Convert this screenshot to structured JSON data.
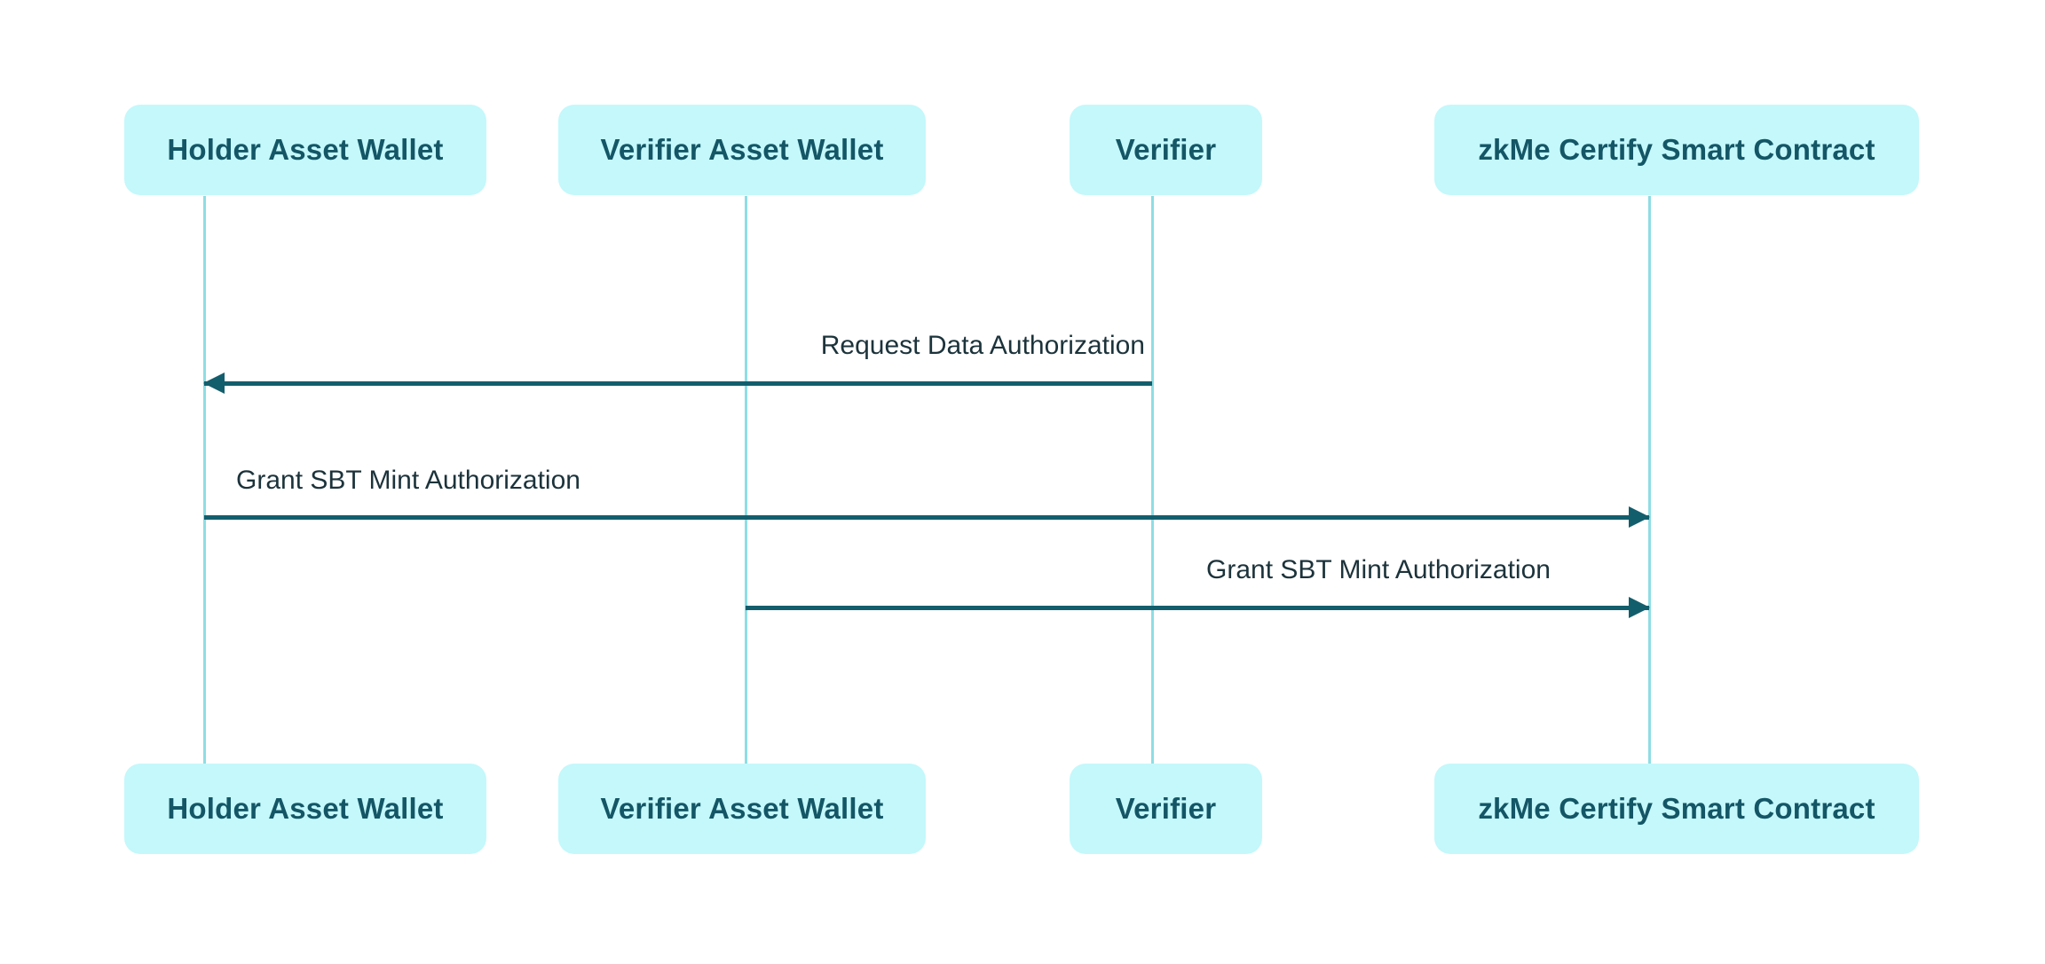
{
  "diagram": {
    "type": "sequence",
    "actors": [
      {
        "id": "holder-asset-wallet",
        "label": "Holder Asset Wallet"
      },
      {
        "id": "verifier-asset-wallet",
        "label": "Verifier Asset Wallet"
      },
      {
        "id": "verifier",
        "label": "Verifier"
      },
      {
        "id": "zkme-certify-smart-contract",
        "label": "zkMe Certify Smart Contract"
      }
    ],
    "messages": [
      {
        "label": "Request Data Authorization",
        "from": "verifier",
        "to": "holder-asset-wallet",
        "direction": "left"
      },
      {
        "label": "Grant SBT Mint Authorization",
        "from": "holder-asset-wallet",
        "to": "zkme-certify-smart-contract",
        "direction": "right"
      },
      {
        "label": "Grant SBT Mint Authorization",
        "from": "verifier-asset-wallet",
        "to": "zkme-certify-smart-contract",
        "direction": "right"
      }
    ]
  },
  "theme": {
    "background": "#ffffff",
    "actor_fill": "#c4f8fb",
    "actor_text": "#145666",
    "lifeline_color": "#8edde4",
    "arrow_color": "#135e6d",
    "message_text": "#1c333b"
  }
}
